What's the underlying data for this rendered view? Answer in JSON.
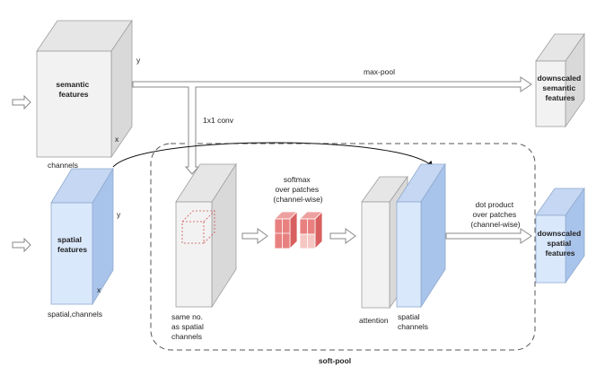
{
  "colors": {
    "gray_front": "#f2f2f2",
    "gray_side": "#d9d9d9",
    "gray_top": "#e6e6e6",
    "blue_front": "#dae8fc",
    "blue_side": "#a9c4eb",
    "blue_top": "#c5d7f2",
    "cube_red": "#e88080",
    "cube_pink": "#f4c7c3",
    "dashed_red": "#d05050",
    "edge": "#9e9e9e",
    "arrow_stroke": "#888888",
    "text": "#222222"
  },
  "labels": {
    "semantic_features": [
      "semantic",
      "features"
    ],
    "semantic_y": "y",
    "semantic_x": "x",
    "semantic_channels": "channels",
    "spatial_features": [
      "spatial",
      "features"
    ],
    "spatial_y": "y",
    "spatial_x": "x",
    "spatial_channels": [
      "spatial",
      "channels"
    ],
    "max_pool": "max-pool",
    "conv": "1x1 conv",
    "softmax": [
      "softmax",
      "over patches",
      "(channel-wise)"
    ],
    "same_no": [
      "same no.",
      "as spatial",
      "channels"
    ],
    "attention": "attention",
    "dot_product": [
      "dot product",
      "over patches",
      "(channel-wise)"
    ],
    "downscaled_semantic": [
      "downscaled",
      "semantic",
      "features"
    ],
    "downscaled_spatial": [
      "downscaled",
      "spatial",
      "features"
    ],
    "soft_pool": "soft-pool"
  }
}
